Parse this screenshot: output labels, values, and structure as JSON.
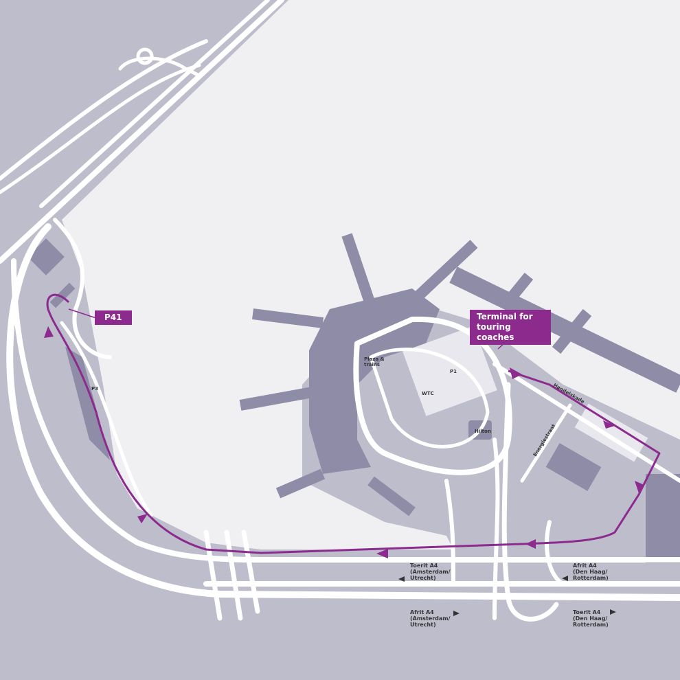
{
  "colors": {
    "background": "#bdbdcc",
    "airfield": "#f0f0f3",
    "building": "#8e8ca6",
    "road": "#ffffff",
    "route": "#8c2a8e"
  },
  "callouts": {
    "p41": "P41",
    "terminal_line1": "Terminal for",
    "terminal_line2": "touring coaches"
  },
  "labels": {
    "p3": "P3",
    "p1": "P1",
    "wtc": "WTC",
    "hilton": "Hilton",
    "plaza_line1": "Plaza &",
    "plaza_line2": "trains",
    "handelskade": "Handelskade",
    "energiestraat": "Energiestraat"
  },
  "exits": [
    {
      "lines": [
        "Toerit A4",
        "(Amsterdam/",
        "Utrecht)"
      ],
      "arrow": "left"
    },
    {
      "lines": [
        "Afrit A4",
        "(Den Haag/",
        "Rotterdam)"
      ],
      "arrow": "left"
    },
    {
      "lines": [
        "Afrit A4",
        "(Amsterdam/",
        "Utrecht)"
      ],
      "arrow": "right"
    },
    {
      "lines": [
        "Toerit A4",
        "(Den Haag/",
        "Rotterdam)"
      ],
      "arrow": "right"
    }
  ]
}
